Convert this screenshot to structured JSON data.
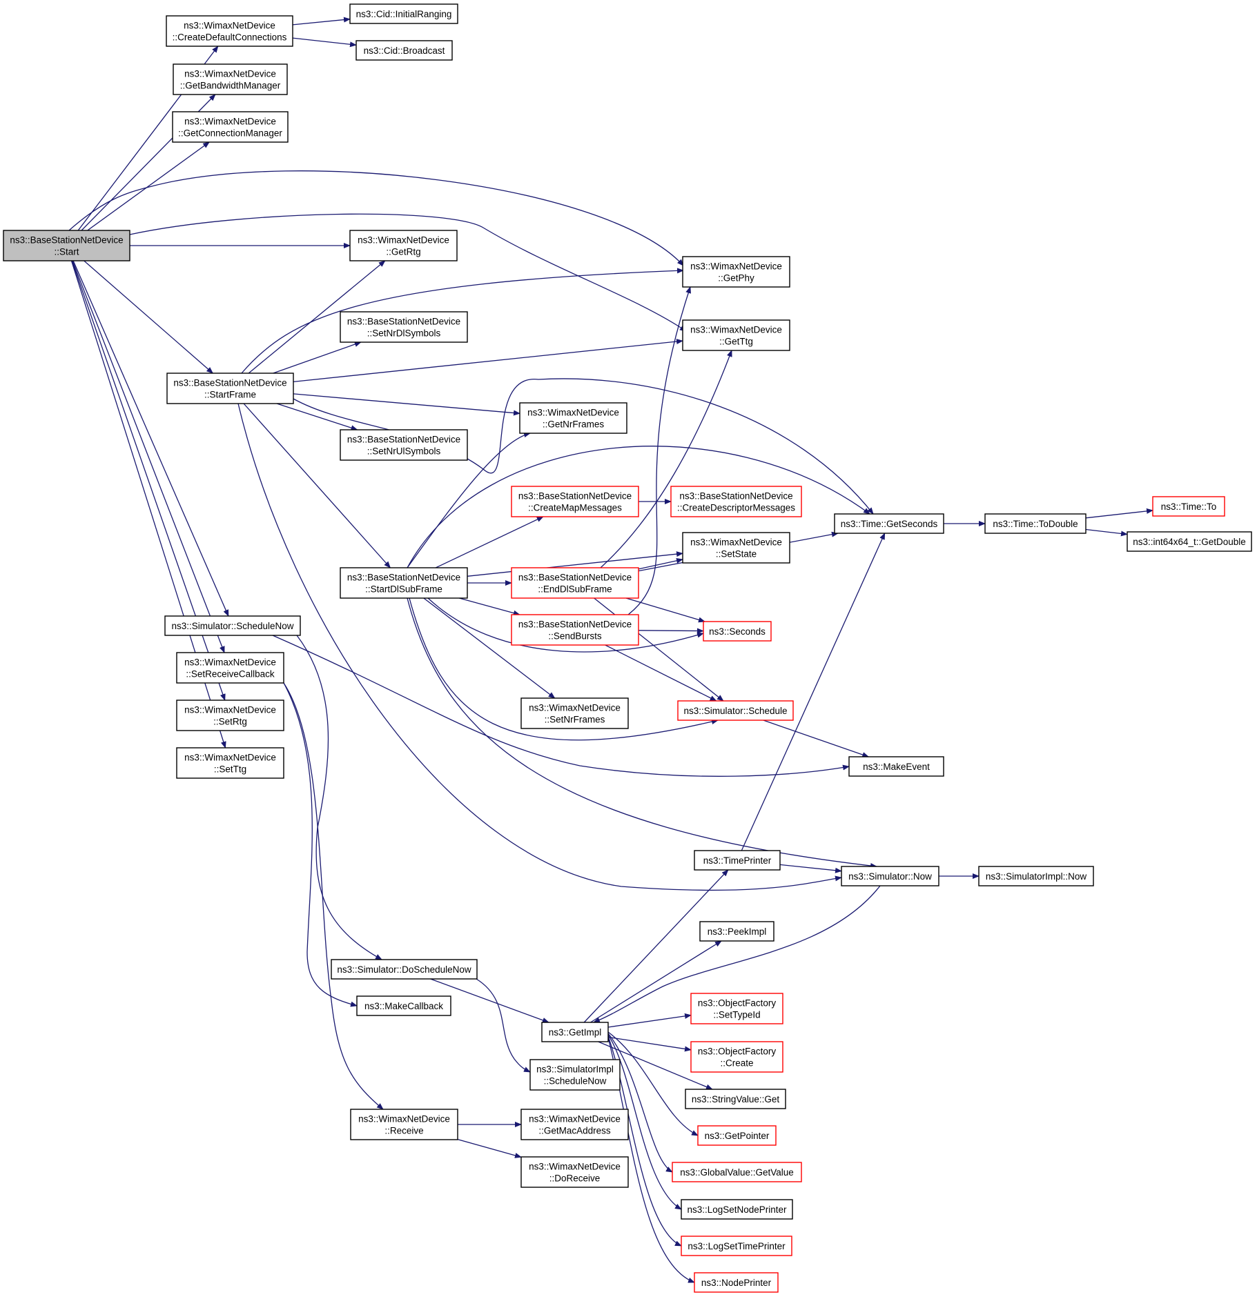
{
  "colors": {
    "edge": "#191970",
    "border_normal": "#000000",
    "border_truncated": "#ff0000",
    "root_fill": "#bfbfbf",
    "node_fill": "#ffffff"
  },
  "root": "start",
  "nodes": [
    {
      "id": "start",
      "lines": [
        "ns3::BaseStationNetDevice",
        "::Start"
      ],
      "style": "root"
    },
    {
      "id": "cdc",
      "lines": [
        "ns3::WimaxNetDevice",
        "::CreateDefaultConnections"
      ],
      "style": "normal"
    },
    {
      "id": "initr",
      "lines": [
        "ns3::Cid::InitialRanging"
      ],
      "style": "normal"
    },
    {
      "id": "bcast",
      "lines": [
        "ns3::Cid::Broadcast"
      ],
      "style": "normal"
    },
    {
      "id": "gbm",
      "lines": [
        "ns3::WimaxNetDevice",
        "::GetBandwidthManager"
      ],
      "style": "normal"
    },
    {
      "id": "gcm",
      "lines": [
        "ns3::WimaxNetDevice",
        "::GetConnectionManager"
      ],
      "style": "normal"
    },
    {
      "id": "getrtg",
      "lines": [
        "ns3::WimaxNetDevice",
        "::GetRtg"
      ],
      "style": "normal"
    },
    {
      "id": "getphy",
      "lines": [
        "ns3::WimaxNetDevice",
        "::GetPhy"
      ],
      "style": "normal"
    },
    {
      "id": "getttg",
      "lines": [
        "ns3::WimaxNetDevice",
        "::GetTtg"
      ],
      "style": "normal"
    },
    {
      "id": "snds",
      "lines": [
        "ns3::BaseStationNetDevice",
        "::SetNrDlSymbols"
      ],
      "style": "normal"
    },
    {
      "id": "sf",
      "lines": [
        "ns3::BaseStationNetDevice",
        "::StartFrame"
      ],
      "style": "normal"
    },
    {
      "id": "gnf",
      "lines": [
        "ns3::WimaxNetDevice",
        "::GetNrFrames"
      ],
      "style": "normal"
    },
    {
      "id": "snus",
      "lines": [
        "ns3::BaseStationNetDevice",
        "::SetNrUlSymbols"
      ],
      "style": "normal"
    },
    {
      "id": "cmm",
      "lines": [
        "ns3::BaseStationNetDevice",
        "::CreateMapMessages"
      ],
      "style": "truncated"
    },
    {
      "id": "cdm",
      "lines": [
        "ns3::BaseStationNetDevice",
        "::CreateDescriptorMessages"
      ],
      "style": "truncated"
    },
    {
      "id": "tgs",
      "lines": [
        "ns3::Time::GetSeconds"
      ],
      "style": "normal"
    },
    {
      "id": "ttd",
      "lines": [
        "ns3::Time::ToDouble"
      ],
      "style": "normal"
    },
    {
      "id": "tto",
      "lines": [
        "ns3::Time::To"
      ],
      "style": "truncated"
    },
    {
      "id": "i64",
      "lines": [
        "ns3::int64x64_t::GetDouble"
      ],
      "style": "normal"
    },
    {
      "id": "sstate",
      "lines": [
        "ns3::WimaxNetDevice",
        "::SetState"
      ],
      "style": "normal"
    },
    {
      "id": "sdsf",
      "lines": [
        "ns3::BaseStationNetDevice",
        "::StartDlSubFrame"
      ],
      "style": "normal"
    },
    {
      "id": "edsf",
      "lines": [
        "ns3::BaseStationNetDevice",
        "::EndDlSubFrame"
      ],
      "style": "truncated"
    },
    {
      "id": "sbur",
      "lines": [
        "ns3::BaseStationNetDevice",
        "::SendBursts"
      ],
      "style": "truncated"
    },
    {
      "id": "secs",
      "lines": [
        "ns3::Seconds"
      ],
      "style": "truncated"
    },
    {
      "id": "ssn",
      "lines": [
        "ns3::Simulator::ScheduleNow"
      ],
      "style": "normal"
    },
    {
      "id": "src",
      "lines": [
        "ns3::WimaxNetDevice",
        "::SetReceiveCallback"
      ],
      "style": "normal"
    },
    {
      "id": "setrtg",
      "lines": [
        "ns3::WimaxNetDevice",
        "::SetRtg"
      ],
      "style": "normal"
    },
    {
      "id": "setttg",
      "lines": [
        "ns3::WimaxNetDevice",
        "::SetTtg"
      ],
      "style": "normal"
    },
    {
      "id": "snf",
      "lines": [
        "ns3::WimaxNetDevice",
        "::SetNrFrames"
      ],
      "style": "normal"
    },
    {
      "id": "ssch",
      "lines": [
        "ns3::Simulator::Schedule"
      ],
      "style": "truncated"
    },
    {
      "id": "mev",
      "lines": [
        "ns3::MakeEvent"
      ],
      "style": "normal"
    },
    {
      "id": "tpr",
      "lines": [
        "ns3::TimePrinter"
      ],
      "style": "normal"
    },
    {
      "id": "snow",
      "lines": [
        "ns3::Simulator::Now"
      ],
      "style": "normal"
    },
    {
      "id": "sinow",
      "lines": [
        "ns3::SimulatorImpl::Now"
      ],
      "style": "normal"
    },
    {
      "id": "peek",
      "lines": [
        "ns3::PeekImpl"
      ],
      "style": "normal"
    },
    {
      "id": "dsn",
      "lines": [
        "ns3::Simulator::DoScheduleNow"
      ],
      "style": "normal"
    },
    {
      "id": "ofst",
      "lines": [
        "ns3::ObjectFactory",
        "::SetTypeId"
      ],
      "style": "truncated"
    },
    {
      "id": "mcb",
      "lines": [
        "ns3::MakeCallback"
      ],
      "style": "normal"
    },
    {
      "id": "gimpl",
      "lines": [
        "ns3::GetImpl"
      ],
      "style": "normal"
    },
    {
      "id": "ofc",
      "lines": [
        "ns3::ObjectFactory",
        "::Create"
      ],
      "style": "truncated"
    },
    {
      "id": "sisn",
      "lines": [
        "ns3::SimulatorImpl",
        "::ScheduleNow"
      ],
      "style": "normal"
    },
    {
      "id": "svg",
      "lines": [
        "ns3::StringValue::Get"
      ],
      "style": "normal"
    },
    {
      "id": "recv",
      "lines": [
        "ns3::WimaxNetDevice",
        "::Receive"
      ],
      "style": "normal"
    },
    {
      "id": "gmac",
      "lines": [
        "ns3::WimaxNetDevice",
        "::GetMacAddress"
      ],
      "style": "normal"
    },
    {
      "id": "gptr",
      "lines": [
        "ns3::GetPointer"
      ],
      "style": "truncated"
    },
    {
      "id": "drecv",
      "lines": [
        "ns3::WimaxNetDevice",
        "::DoReceive"
      ],
      "style": "normal"
    },
    {
      "id": "gvgv",
      "lines": [
        "ns3::GlobalValue::GetValue"
      ],
      "style": "truncated"
    },
    {
      "id": "lsnp",
      "lines": [
        "ns3::LogSetNodePrinter"
      ],
      "style": "normal"
    },
    {
      "id": "lstp",
      "lines": [
        "ns3::LogSetTimePrinter"
      ],
      "style": "truncated"
    },
    {
      "id": "npr",
      "lines": [
        "ns3::NodePrinter"
      ],
      "style": "truncated"
    }
  ],
  "edges": [
    [
      "start",
      "cdc"
    ],
    [
      "start",
      "gbm"
    ],
    [
      "start",
      "gcm"
    ],
    [
      "start",
      "getphy"
    ],
    [
      "start",
      "getttg"
    ],
    [
      "start",
      "getrtg"
    ],
    [
      "start",
      "sf"
    ],
    [
      "start",
      "ssn"
    ],
    [
      "start",
      "src"
    ],
    [
      "start",
      "setrtg"
    ],
    [
      "start",
      "setttg"
    ],
    [
      "cdc",
      "initr"
    ],
    [
      "cdc",
      "bcast"
    ],
    [
      "sf",
      "getrtg"
    ],
    [
      "sf",
      "getphy"
    ],
    [
      "sf",
      "snds"
    ],
    [
      "sf",
      "getttg"
    ],
    [
      "sf",
      "gnf"
    ],
    [
      "sf",
      "snus"
    ],
    [
      "sf",
      "tgs"
    ],
    [
      "sf",
      "sdsf"
    ],
    [
      "sf",
      "snow"
    ],
    [
      "sdsf",
      "gnf"
    ],
    [
      "sdsf",
      "tgs"
    ],
    [
      "sdsf",
      "cmm"
    ],
    [
      "sdsf",
      "sstate"
    ],
    [
      "sdsf",
      "edsf"
    ],
    [
      "sdsf",
      "sbur"
    ],
    [
      "sdsf",
      "secs"
    ],
    [
      "sdsf",
      "snf"
    ],
    [
      "sdsf",
      "ssch"
    ],
    [
      "sdsf",
      "snow"
    ],
    [
      "cmm",
      "cdm"
    ],
    [
      "edsf",
      "getttg"
    ],
    [
      "edsf",
      "sstate"
    ],
    [
      "edsf",
      "tgs"
    ],
    [
      "edsf",
      "secs"
    ],
    [
      "edsf",
      "ssch"
    ],
    [
      "sbur",
      "getphy"
    ],
    [
      "sbur",
      "secs"
    ],
    [
      "sbur",
      "ssch"
    ],
    [
      "ssch",
      "mev"
    ],
    [
      "tgs",
      "ttd"
    ],
    [
      "ttd",
      "tto"
    ],
    [
      "ttd",
      "i64"
    ],
    [
      "ssn",
      "mev"
    ],
    [
      "ssn",
      "dsn"
    ],
    [
      "src",
      "mcb"
    ],
    [
      "src",
      "recv"
    ],
    [
      "tpr",
      "tgs"
    ],
    [
      "tpr",
      "snow"
    ],
    [
      "snow",
      "sinow"
    ],
    [
      "snow",
      "gimpl"
    ],
    [
      "dsn",
      "gimpl"
    ],
    [
      "dsn",
      "sisn"
    ],
    [
      "gimpl",
      "tpr"
    ],
    [
      "gimpl",
      "peek"
    ],
    [
      "gimpl",
      "ofst"
    ],
    [
      "gimpl",
      "ofc"
    ],
    [
      "gimpl",
      "svg"
    ],
    [
      "gimpl",
      "gptr"
    ],
    [
      "gimpl",
      "gvgv"
    ],
    [
      "gimpl",
      "lsnp"
    ],
    [
      "gimpl",
      "lstp"
    ],
    [
      "gimpl",
      "npr"
    ],
    [
      "recv",
      "gmac"
    ],
    [
      "recv",
      "drecv"
    ]
  ]
}
